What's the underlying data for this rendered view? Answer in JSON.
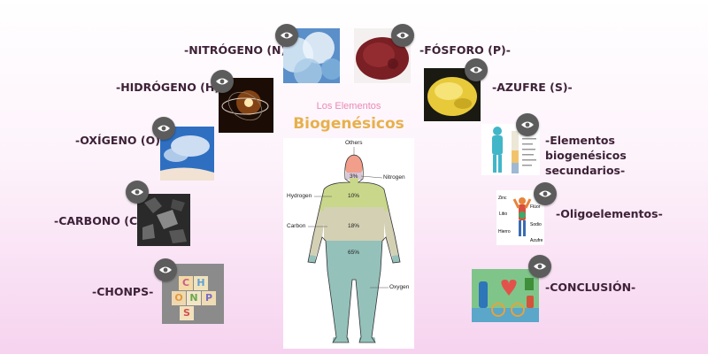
{
  "topics": {
    "nitrogeno": {
      "label": "-NITRÓGENO (N)-"
    },
    "fosforo": {
      "label": "-FÓSFORO (P)-"
    },
    "hidrogeno": {
      "label": "-HIDRÓGENO (H)-"
    },
    "azufre": {
      "label": "-AZUFRE (S)-"
    },
    "oxigeno": {
      "label": "-OXÍGENO (O)-"
    },
    "secundarios": {
      "label": "-Elementos biogenésicos secundarios-"
    },
    "carbono": {
      "label": "-CARBONO (C)-"
    },
    "oligo": {
      "label": "-Oligoelementos-"
    },
    "chonps": {
      "label": "-CHONPS-"
    },
    "conclusion": {
      "label": "-CONCLUSIÓN-"
    }
  },
  "center": {
    "title_small": "Los Elementos",
    "title_big": "Biogenésicos",
    "body_labels": {
      "others": "Others",
      "nitrogen": "Nitrogen",
      "hydrogen": "Hydrogen",
      "carbon": "Carbon",
      "oxygen": "Oxygen",
      "pct_nitrogen": "3%",
      "pct_hydrogen": "10%",
      "pct_carbon": "18%",
      "pct_oxygen": "65%"
    }
  },
  "thumb_text": {
    "chonps_letters": [
      "C",
      "H",
      "O",
      "N",
      "P",
      "S"
    ],
    "oligo_words": [
      "Zinc",
      "Flúor",
      "Litio",
      "Sodio",
      "Hierro",
      "Azufre"
    ]
  },
  "colors": {
    "label": "#3e2238",
    "eye_button": "#5c5c5c",
    "title_small": "#e889b6",
    "title_big": "#e7b04c",
    "body_head": "#f19e8a",
    "body_hydrogen": "#c9d78a",
    "body_carbon": "#d3d0b4",
    "body_oxygen": "#95c1bb"
  },
  "icons": {
    "preview": "eye-icon"
  }
}
